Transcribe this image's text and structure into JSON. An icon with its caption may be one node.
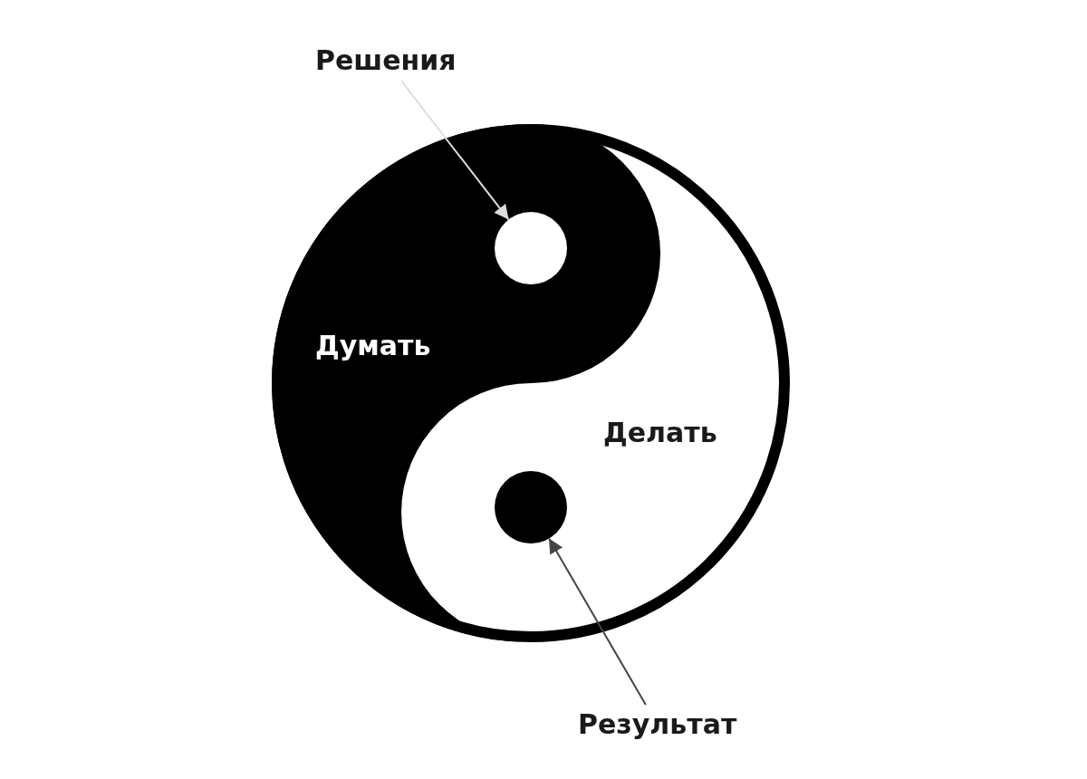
{
  "diagram": {
    "nodes": [
      {
        "text": [
          "Решения"
        ]
      },
      {
        "text": [],
        "shape": "circle"
      },
      {
        "text": [
          "Результат"
        ]
      },
      {
        "text": [],
        "shape": "circle"
      }
    ],
    "edges": [
      {
        "from": 0,
        "to": 1,
        "arrow": "to",
        "color": "#dddddd"
      },
      {
        "from": 2,
        "to": 3,
        "arrow": "to",
        "color": "#444444"
      }
    ],
    "labels": [
      "Думать",
      "Делать"
    ]
  }
}
